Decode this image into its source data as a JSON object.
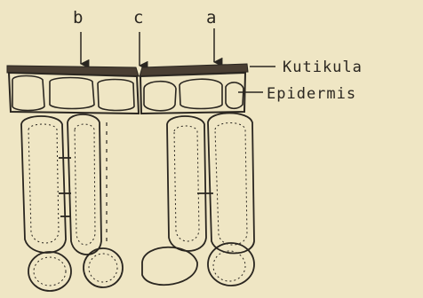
{
  "arrow_labels": {
    "b": "b",
    "c": "c",
    "a": "a"
  },
  "terms": {
    "cuticle": "Kutikula",
    "epidermis": "Epidermis"
  },
  "colors": {
    "ink": "#2a2620",
    "paper": "#efe6c4",
    "cuticle_fill": "#4a3f33"
  }
}
